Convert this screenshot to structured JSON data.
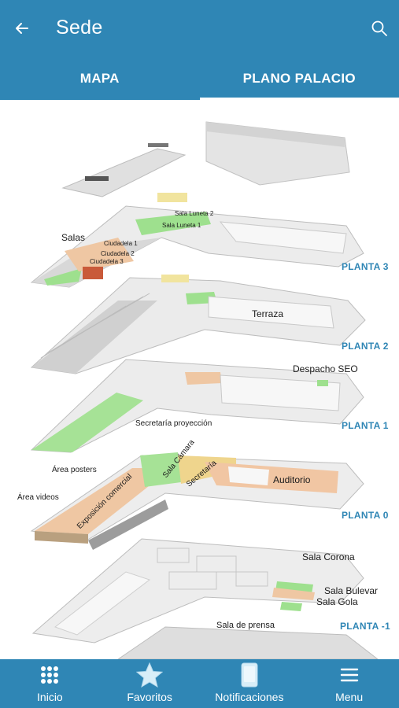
{
  "header": {
    "title": "Sede"
  },
  "tabs": [
    {
      "label": "MAPA",
      "active": false
    },
    {
      "label": "PLANO PALACIO",
      "active": true
    }
  ],
  "map": {
    "floors": [
      "PLANTA 3",
      "PLANTA 2",
      "PLANTA 1",
      "PLANTA 0",
      "PLANTA -1"
    ],
    "rooms": {
      "salas": "Salas",
      "sala_luneta_2": "Sala Luneta 2",
      "sala_luneta_1": "Sala Luneta 1",
      "ciudadela_1": "Ciudadela 1",
      "ciudadela_2": "Ciudadela 2",
      "ciudadela_3": "Ciudadela 3",
      "terraza": "Terraza",
      "despacho_seo": "Despacho SEO",
      "secretaria_proyeccion": "Secretaría proyección",
      "sala_camara": "Sala Cámara",
      "secretaria": "Secretaría",
      "auditorio": "Auditorio",
      "area_posters": "Área posters",
      "area_videos": "Área videos",
      "exposicion_comercial": "Exposición comercial",
      "sala_corona": "Sala Corona",
      "sala_bulevar": "Sala Bulevar",
      "sala_gola": "Sala Gola",
      "sala_de_prensa": "Sala de prensa"
    }
  },
  "nav": [
    {
      "label": "Inicio",
      "icon": "grid-icon"
    },
    {
      "label": "Favoritos",
      "icon": "star-icon"
    },
    {
      "label": "Notificaciones",
      "icon": "phone-icon"
    },
    {
      "label": "Menu",
      "icon": "hamburger-icon"
    }
  ],
  "colors": {
    "primary": "#2f86b5",
    "highlight_green": "#8fdc86",
    "highlight_orange": "#e9b58c"
  }
}
